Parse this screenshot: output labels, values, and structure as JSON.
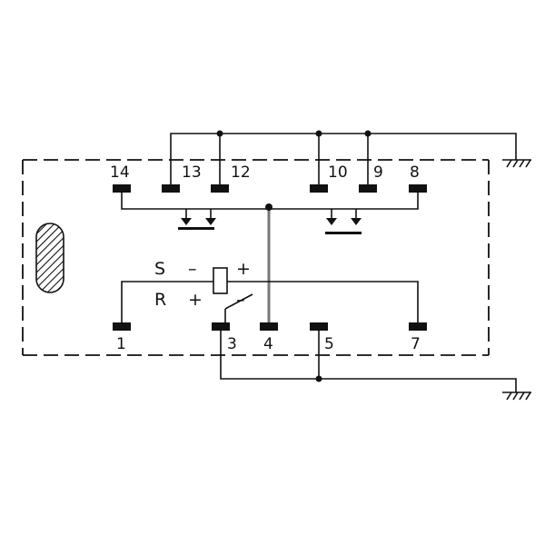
{
  "pins": {
    "p14": "14",
    "p13": "13",
    "p12": "12",
    "p10": "10",
    "p9": "9",
    "p8": "8",
    "p1": "1",
    "p3": "3",
    "p4": "4",
    "p5": "5",
    "p7": "7"
  },
  "coil": {
    "set_label": "S",
    "reset_label": "R",
    "set_left_sign": "–",
    "set_right_sign": "+",
    "reset_left_sign": "+",
    "reset_right_sign": "–"
  },
  "icons": {
    "ground": "ground-icon",
    "latch": "hatched-latch-icon",
    "switch": "switch-contact-icon"
  }
}
